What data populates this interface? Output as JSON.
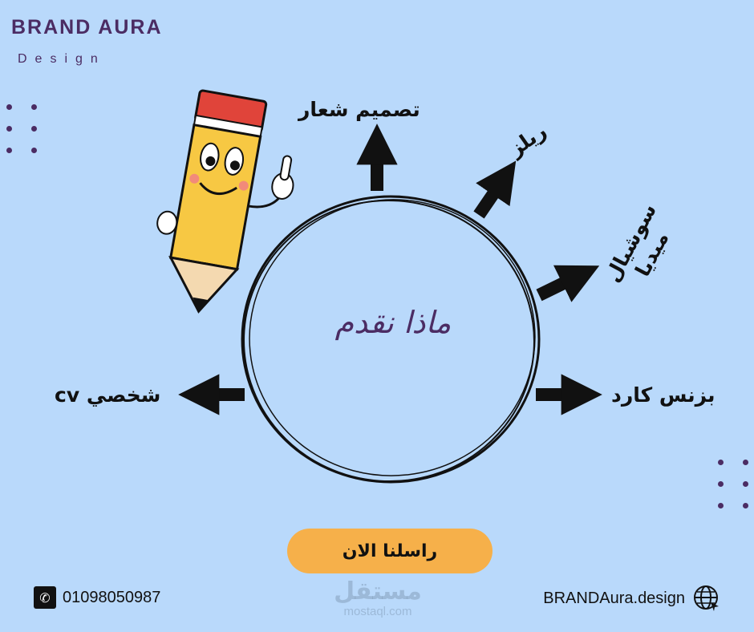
{
  "brand": {
    "name": "BRAND AURA",
    "subtitle": "Design"
  },
  "title": "ماذا نقدم",
  "services": {
    "logo": "تصميم شعار",
    "reels": "ريلز",
    "social": "سوشيال ميديا",
    "business_card": "بزنس كارد",
    "cv": "cv شخصي"
  },
  "cta_label": "راسلنا الان",
  "contact": {
    "phone": "01098050987",
    "website": "BRANDAura.design"
  },
  "watermark": {
    "arabic": "مستقل",
    "latin": "mostaql.com"
  },
  "colors": {
    "background": "#b9d9fb",
    "brand": "#4b2c63",
    "cta": "#f6b04a",
    "pencil": "#f7c843",
    "eraser": "#e0443a"
  },
  "icons": [
    "phone-icon",
    "globe-icon",
    "arrow-icon",
    "pencil-mascot"
  ]
}
